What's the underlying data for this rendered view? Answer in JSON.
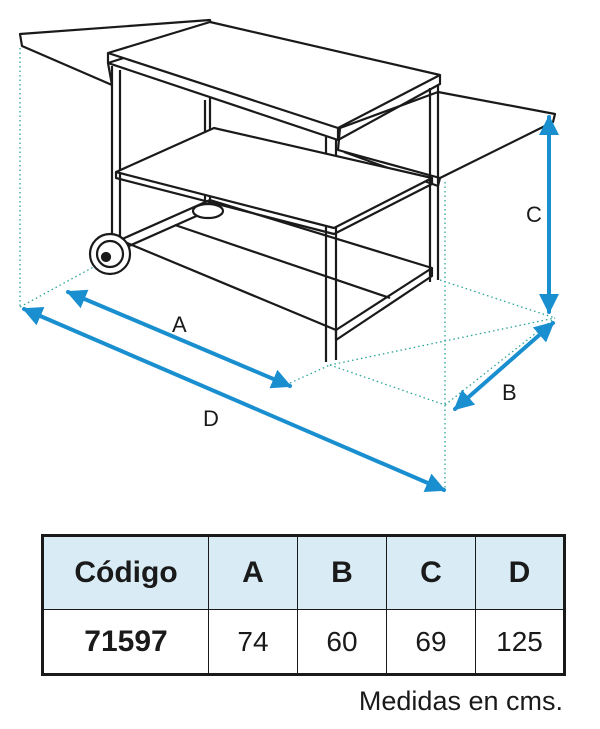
{
  "diagram": {
    "dimension_labels": {
      "a": "A",
      "b": "B",
      "c": "C",
      "d": "D"
    },
    "colors": {
      "arrow": "#1a8fd0",
      "line": "#1a1a1a",
      "guide": "#2aa39a"
    }
  },
  "table": {
    "headers": [
      "Código",
      "A",
      "B",
      "C",
      "D"
    ],
    "row": {
      "code": "71597",
      "a": "74",
      "b": "60",
      "c": "69",
      "d": "125"
    },
    "header_bg": "#d9ecf6"
  },
  "units_note": "Medidas en cms."
}
